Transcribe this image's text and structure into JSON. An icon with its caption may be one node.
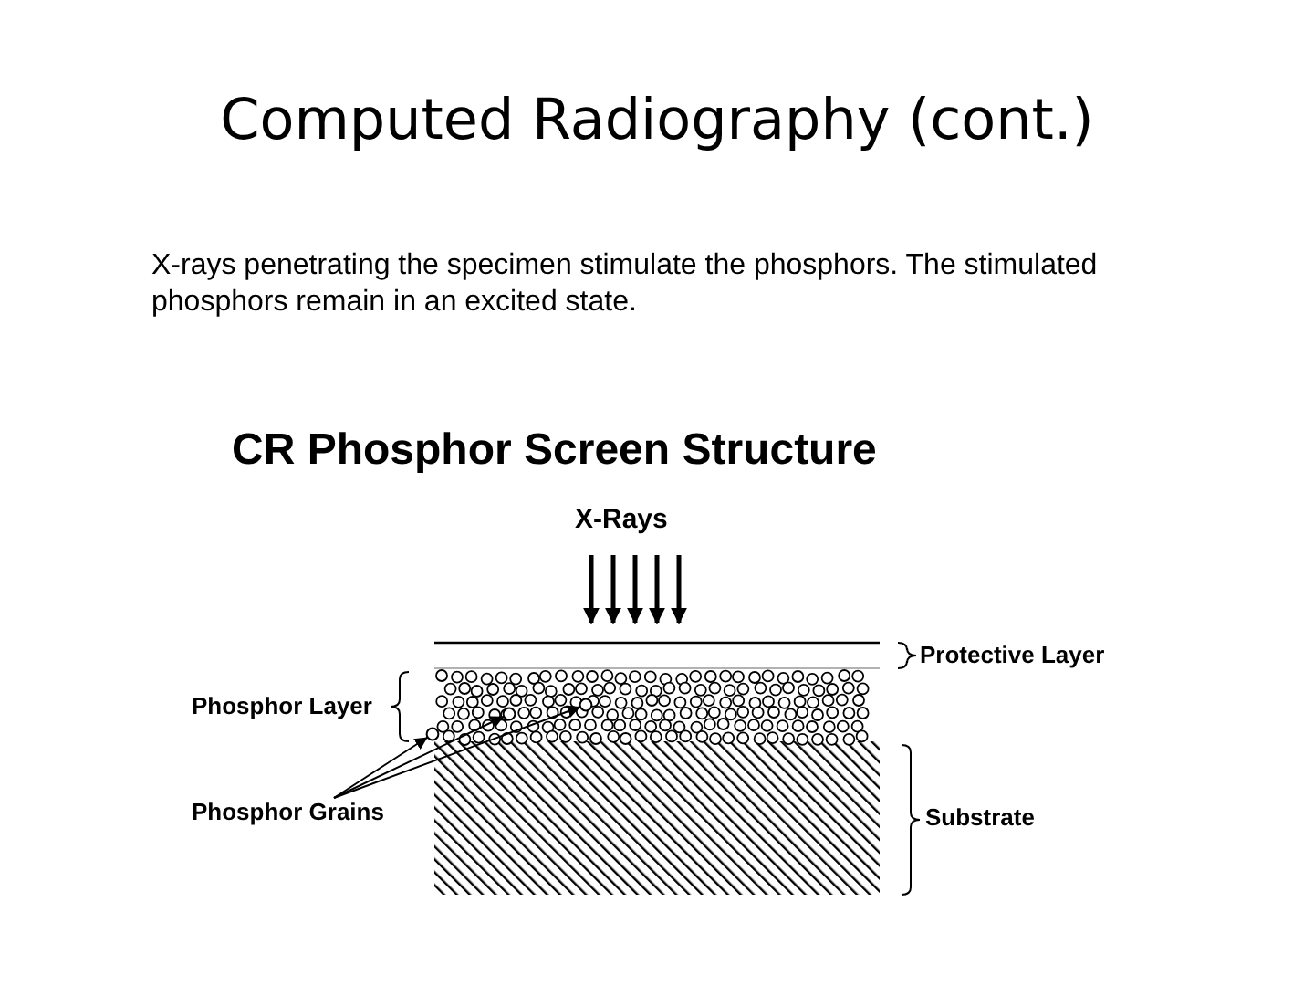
{
  "diagram": {
    "title": "Computed Radiography (cont.)",
    "nodes": [
      {
        "text": [
          "Phosphor Grains"
        ]
      },
      {
        "text": [],
        "shape": "circle"
      },
      {
        "text": [],
        "shape": "circle"
      },
      {
        "text": [],
        "shape": "circle"
      }
    ],
    "edges": [
      {
        "from": 0,
        "to": 1,
        "arrow": "to"
      },
      {
        "from": 0,
        "to": 2,
        "arrow": "to"
      },
      {
        "from": 0,
        "to": 3,
        "arrow": "to"
      }
    ],
    "labels": [
      "X-rays penetrating the specimen stimulate the phosphors. The stimulated phosphors remain in an excited state.",
      "CR Phosphor Screen Structure",
      "X-Rays",
      "Protective Layer",
      "Phosphor Layer",
      "Substrate"
    ]
  }
}
